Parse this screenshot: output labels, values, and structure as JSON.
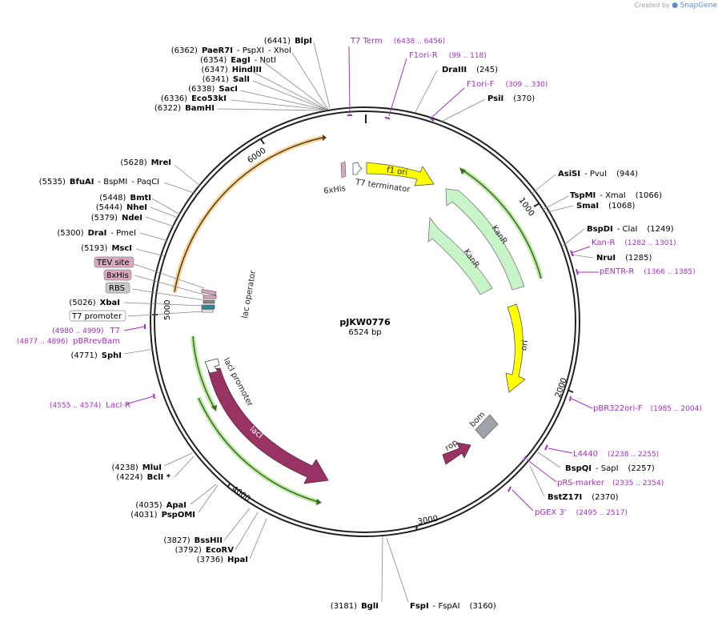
{
  "watermark": {
    "prefix": "Created by",
    "brand": "SnapGene"
  },
  "plasmid": {
    "name": "pJKW0776",
    "size_label": "6524 bp"
  },
  "ticks": [
    "1000",
    "2000",
    "3000",
    "4000",
    "5000",
    "6000"
  ],
  "features": {
    "f1_ori": "f1 ori",
    "kanr_outer": "KanR",
    "kanr_inner": "KanR",
    "ori": "ori",
    "bom": "bom",
    "rop": "rop",
    "laci": "lacI",
    "laci_promoter": "lacI promoter",
    "lac_operator": "lac operator",
    "sixxhis": "6xHis",
    "t7_terminator": "T7 terminator"
  },
  "sites": {
    "blpi": {
      "name": "BlpI",
      "pos": "(6441)"
    },
    "paer7i": {
      "name": "PaeR7I",
      "pos": "(6362)",
      "extra1": "- PspXI",
      "extra2": "- XhoI"
    },
    "eagi": {
      "name": "EagI",
      "pos": "(6354)",
      "extra1": "- NotI"
    },
    "hindiii": {
      "name": "HindIII",
      "pos": "(6347)"
    },
    "sali": {
      "name": "SalI",
      "pos": "(6341)"
    },
    "saci": {
      "name": "SacI",
      "pos": "(6338)"
    },
    "eco53ki": {
      "name": "Eco53kI",
      "pos": "(6336)"
    },
    "bamhi": {
      "name": "BamHI",
      "pos": "(6322)"
    },
    "drai_iii": {
      "name": "DraIII",
      "pos": "(245)"
    },
    "psii": {
      "name": "PsiI",
      "pos": "(370)"
    },
    "asisi": {
      "name": "AsiSI",
      "extra1": "- PvuI",
      "pos": "(944)"
    },
    "tspmi": {
      "name": "TspMI",
      "extra1": "- XmaI",
      "pos": "(1066)"
    },
    "smai": {
      "name": "SmaI",
      "pos": "(1068)"
    },
    "bspdi": {
      "name": "BspDI",
      "extra1": "- ClaI",
      "pos": "(1249)"
    },
    "krui": {
      "name": "NruI",
      "pos": "(1285)"
    },
    "bspqi": {
      "name": "BspQI",
      "extra1": "- SapI",
      "pos": "(2257)"
    },
    "bstz17i": {
      "name": "BstZ17I",
      "pos": "(2370)"
    },
    "mrei": {
      "name": "MreI",
      "pos": "(5628)"
    },
    "bfuai": {
      "name": "BfuAI",
      "extra1": "- BspMI",
      "extra2": "- PaqCI",
      "pos": "(5535)"
    },
    "bmti": {
      "name": "BmtI",
      "pos": "(5448)"
    },
    "nhei": {
      "name": "NheI",
      "pos": "(5444)"
    },
    "ndei": {
      "name": "NdeI",
      "pos": "(5379)"
    },
    "drai": {
      "name": "DraI",
      "extra1": "- PmeI",
      "pos": "(5300)"
    },
    "msci": {
      "name": "MscI",
      "pos": "(5193)"
    },
    "xbai": {
      "name": "XbaI",
      "pos": "(5026)"
    },
    "sphi": {
      "name": "SphI",
      "pos": "(4771)"
    },
    "mlui": {
      "name": "MluI",
      "pos": "(4238)"
    },
    "bcli": {
      "name": "BclI *",
      "pos": "(4224)"
    },
    "apai": {
      "name": "ApaI",
      "pos": "(4035)"
    },
    "pspomi": {
      "name": "PspOMI",
      "pos": "(4031)"
    },
    "bsshii": {
      "name": "BssHII",
      "pos": "(3827)"
    },
    "ecorv": {
      "name": "EcoRV",
      "pos": "(3792)"
    },
    "hpai": {
      "name": "HpaI",
      "pos": "(3736)"
    },
    "bgli": {
      "name": "BglI",
      "pos": "(3181)"
    },
    "fspi": {
      "name": "FspI",
      "extra1": "- FspAI",
      "pos": "(3160)"
    }
  },
  "primers": {
    "t7term": {
      "name": "T7 Term",
      "range": "(6438 .. 6456)"
    },
    "f1ori_r": {
      "name": "F1ori-R",
      "range": "(99 .. 118)"
    },
    "f1ori_f": {
      "name": "F1ori-F",
      "range": "(309 .. 330)"
    },
    "kan_r": {
      "name": "Kan-R",
      "range": "(1282 .. 1301)"
    },
    "pentr_r": {
      "name": "pENTR-R",
      "range": "(1366 .. 1385)"
    },
    "pbr322ori_f": {
      "name": "pBR322ori-F",
      "range": "(1985 .. 2004)"
    },
    "l4440": {
      "name": "L4440",
      "range": "(2238 .. 2255)"
    },
    "prs_marker": {
      "name": "pRS-marker",
      "range": "(2335 .. 2354)"
    },
    "pgex3": {
      "name": "pGEX 3'",
      "range": "(2495 .. 2517)"
    },
    "t7": {
      "name": "T7",
      "range": "(4980 .. 4999)"
    },
    "pbrrevbam": {
      "name": "pBRrevBam",
      "range": "(4877 .. 4896)"
    },
    "laci_r": {
      "name": "LacI-R",
      "range": "(4555 .. 4574)"
    }
  },
  "boxed": {
    "tev_site": "TEV site",
    "his8": "8xHis",
    "rbs": "RBS",
    "t7_promoter": "T7 promoter"
  },
  "colors": {
    "backbone": "#222222",
    "f1ori": "#ffff00",
    "kanr": "#c8f5c8",
    "ori": "#ffff00",
    "laci": "#993366",
    "bom": "#a0a4aa",
    "primer": "#a030c0",
    "orf": "#f0b050",
    "green_track": "#5a9a3a"
  }
}
